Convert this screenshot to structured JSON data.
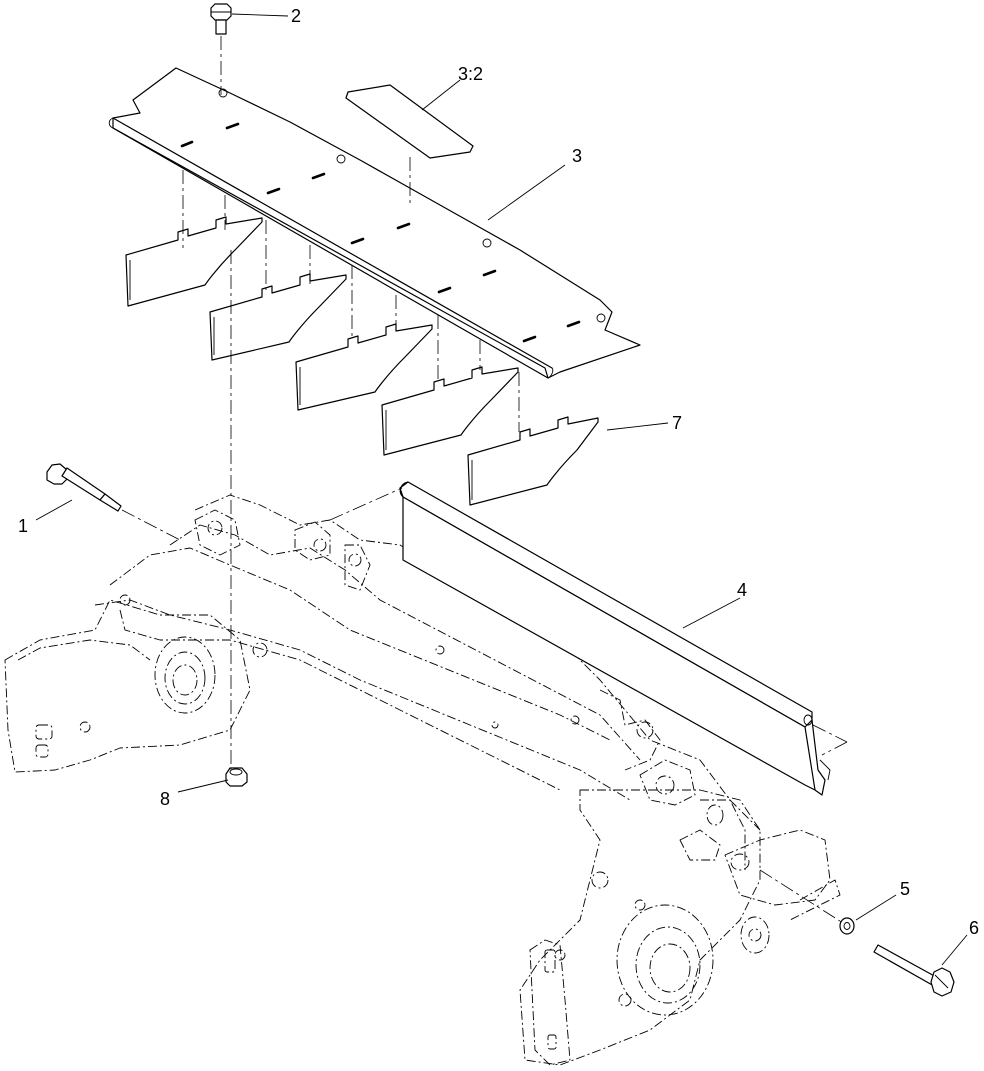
{
  "callouts": [
    {
      "id": "1",
      "label": "1"
    },
    {
      "id": "2",
      "label": "2"
    },
    {
      "id": "3",
      "label": "3"
    },
    {
      "id": "3-2",
      "label": "3:2"
    },
    {
      "id": "4",
      "label": "4"
    },
    {
      "id": "5",
      "label": "5"
    },
    {
      "id": "6",
      "label": "6"
    },
    {
      "id": "7",
      "label": "7"
    },
    {
      "id": "8",
      "label": "8"
    }
  ]
}
